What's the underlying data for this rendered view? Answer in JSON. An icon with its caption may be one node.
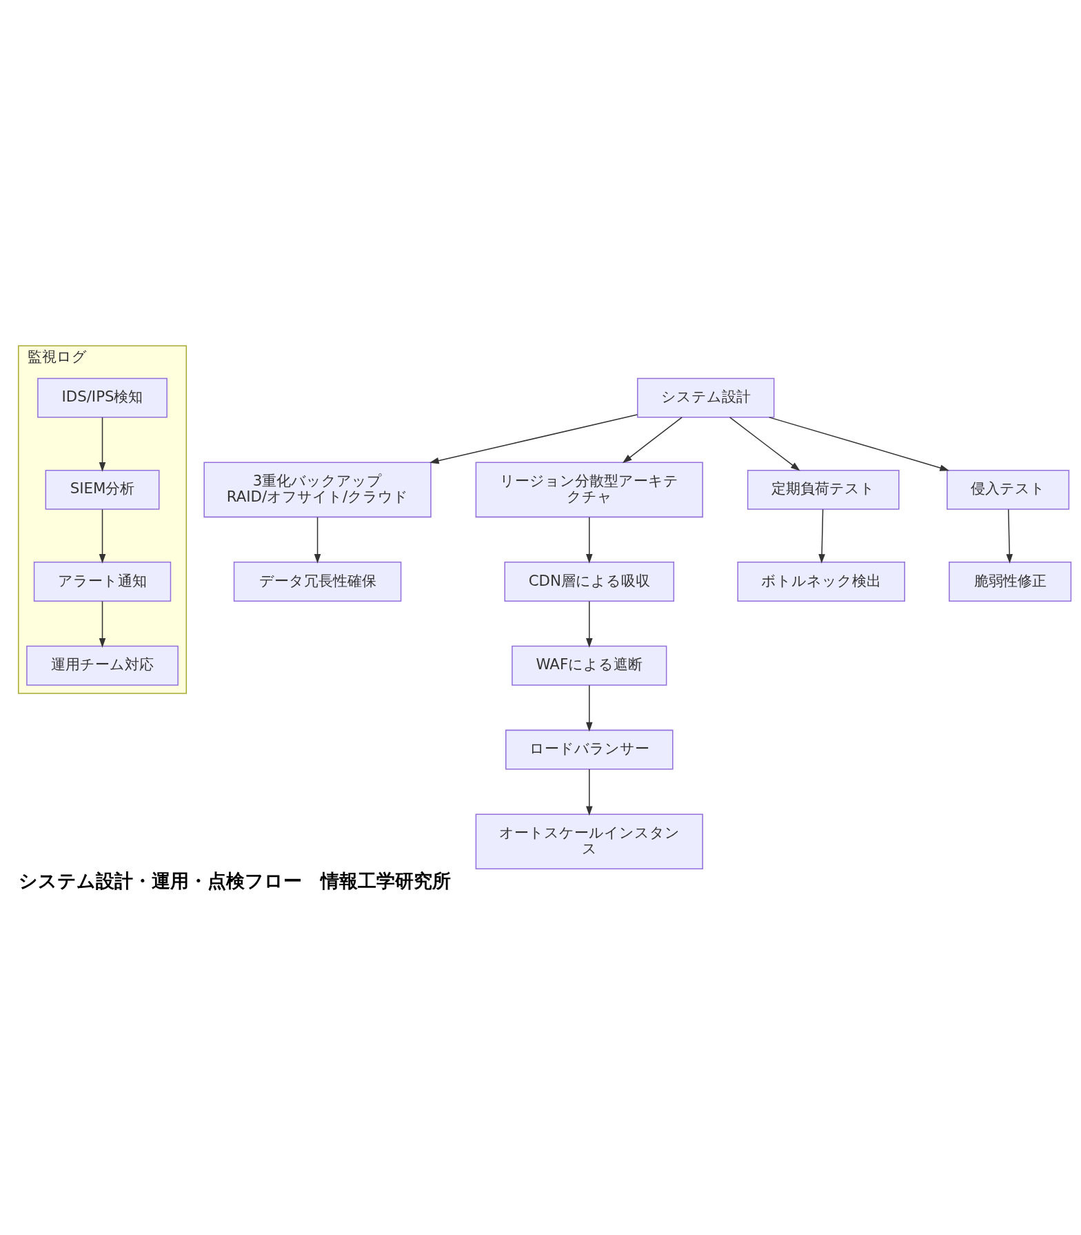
{
  "diagram": {
    "caption": "システム設計・運用・点検フロー　情報工学研究所",
    "nodes": [
      {
        "text": [
          "監視ログ"
        ]
      },
      {
        "text": [
          "IDS/IPS検知"
        ],
        "in": 0
      },
      {
        "text": [
          "SIEM分析"
        ],
        "in": 0
      },
      {
        "text": [
          "アラート通知"
        ],
        "in": 0
      },
      {
        "text": [
          "運用チーム対応"
        ],
        "in": 0
      },
      {
        "text": [
          "システム設計"
        ]
      },
      {
        "text": [
          "3重化バックアップ",
          "RAID/オフサイト/クラウド"
        ]
      },
      {
        "text": [
          "データ冗長性確保"
        ]
      },
      {
        "text": [
          "リージョン分散型アーキテクチャ"
        ]
      },
      {
        "text": [
          "CDN層による吸収"
        ]
      },
      {
        "text": [
          "WAFによる遮断"
        ]
      },
      {
        "text": [
          "ロードバランサー"
        ]
      },
      {
        "text": [
          "オートスケールインスタンス"
        ]
      },
      {
        "text": [
          "定期負荷テスト"
        ]
      },
      {
        "text": [
          "ボトルネック検出"
        ]
      },
      {
        "text": [
          "侵入テスト"
        ]
      },
      {
        "text": [
          "脆弱性修正"
        ]
      }
    ],
    "edges": [
      {
        "from": 1,
        "to": 2,
        "arrow": "to"
      },
      {
        "from": 2,
        "to": 3,
        "arrow": "to"
      },
      {
        "from": 3,
        "to": 4,
        "arrow": "to"
      },
      {
        "from": 5,
        "to": 6,
        "arrow": "to"
      },
      {
        "from": 6,
        "to": 7,
        "arrow": "to"
      },
      {
        "from": 5,
        "to": 8,
        "arrow": "to"
      },
      {
        "from": 8,
        "to": 9,
        "arrow": "to"
      },
      {
        "from": 9,
        "to": 10,
        "arrow": "to"
      },
      {
        "from": 10,
        "to": 11,
        "arrow": "to"
      },
      {
        "from": 11,
        "to": 12,
        "arrow": "to"
      },
      {
        "from": 5,
        "to": 13,
        "arrow": "to"
      },
      {
        "from": 13,
        "to": 14,
        "arrow": "to"
      },
      {
        "from": 5,
        "to": 15,
        "arrow": "to"
      },
      {
        "from": 15,
        "to": 16,
        "arrow": "to"
      }
    ]
  }
}
